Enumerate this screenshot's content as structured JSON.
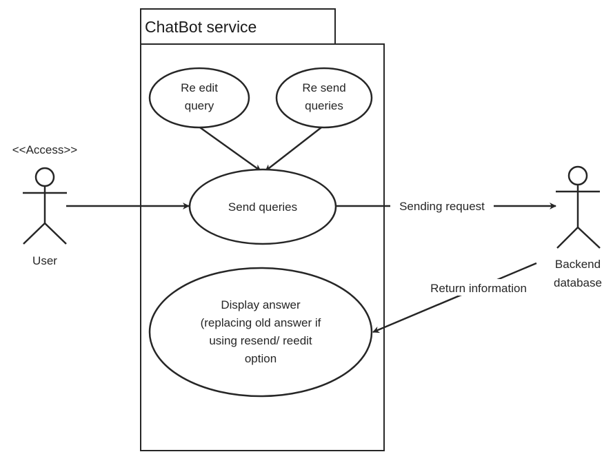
{
  "system": {
    "title": "ChatBot service"
  },
  "actors": {
    "user": {
      "name": "User",
      "stereotype": "<<Access>>"
    },
    "backend": {
      "name_line1": "Backend",
      "name_line2": "database"
    }
  },
  "use_cases": {
    "re_edit": {
      "line1": "Re edit",
      "line2": "query"
    },
    "re_send": {
      "line1": "Re send",
      "line2": "queries"
    },
    "send_queries": {
      "label": "Send queries"
    },
    "display_answer": {
      "line1": "Display answer",
      "line2": "(replacing old answer if",
      "line3": "using resend/ reedit",
      "line4": "option"
    }
  },
  "connectors": {
    "sending_request": "Sending request",
    "return_information": "Return information"
  },
  "colors": {
    "stroke": "#262626",
    "background": "#ffffff"
  }
}
